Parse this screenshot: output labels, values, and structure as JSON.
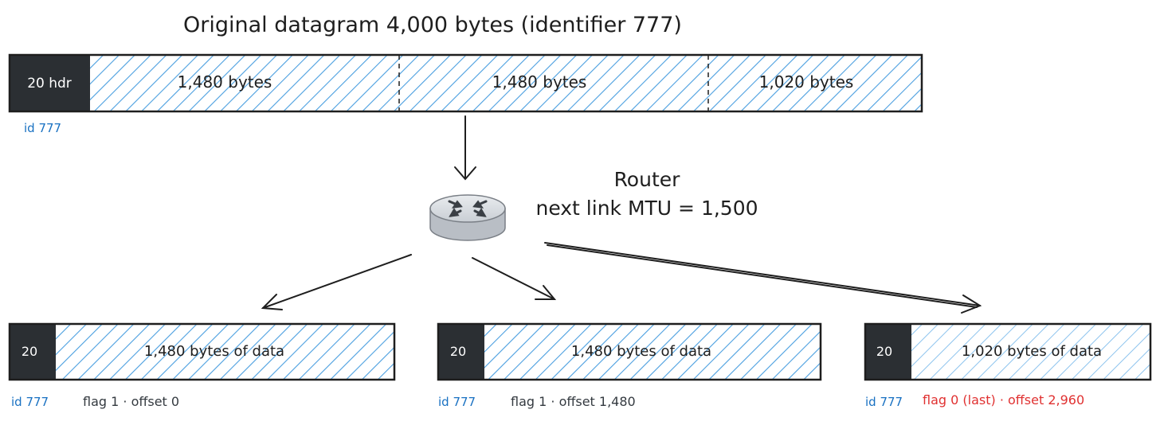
{
  "title": "Original datagram 4,000 bytes (identifier 777)",
  "original": {
    "header": "20 hdr",
    "segments": [
      "1,480 bytes",
      "1,480 bytes",
      "1,020 bytes"
    ],
    "id": "id 777"
  },
  "router": {
    "name": "Router",
    "mtu": "next link MTU = 1,500"
  },
  "fragments": [
    {
      "header": "20",
      "data": "1,480 bytes of data",
      "id": "id 777",
      "meta": "flag 1 · offset 0"
    },
    {
      "header": "20",
      "data": "1,480 bytes of data",
      "id": "id 777",
      "meta": "flag 1 · offset 1,480"
    },
    {
      "header": "20",
      "data": "1,020 bytes of data",
      "id": "id 777",
      "meta": "flag 0 (last) · offset 2,960"
    }
  ],
  "colors": {
    "header_fill": "#2b2f33",
    "hatch": "#4a9fe0",
    "id_text": "#1971c2",
    "last_fragment_text": "#e03131",
    "ink": "#1e1e1e"
  }
}
